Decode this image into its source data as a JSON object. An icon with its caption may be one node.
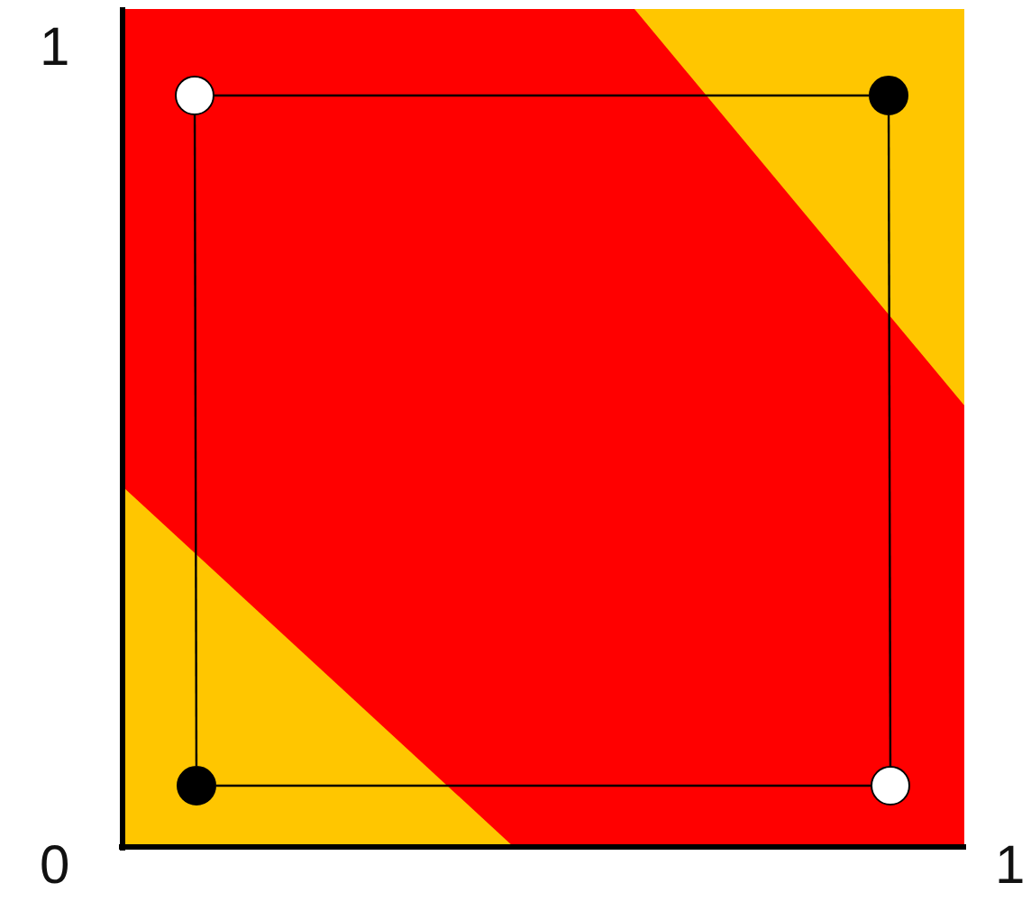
{
  "diagram": {
    "nodes": [
      {
        "text": [],
        "shape": "circle"
      },
      {
        "text": [],
        "shape": "circle"
      },
      {
        "text": [],
        "shape": "circle"
      },
      {
        "text": [],
        "shape": "circle"
      }
    ],
    "edges": [
      {
        "from": 0,
        "to": 1,
        "arrow": "none"
      },
      {
        "from": 1,
        "to": 3,
        "arrow": "none"
      },
      {
        "from": 3,
        "to": 2,
        "arrow": "none"
      },
      {
        "from": 2,
        "to": 0,
        "arrow": "none"
      }
    ],
    "labels": [
      "1",
      "0",
      "1"
    ]
  }
}
